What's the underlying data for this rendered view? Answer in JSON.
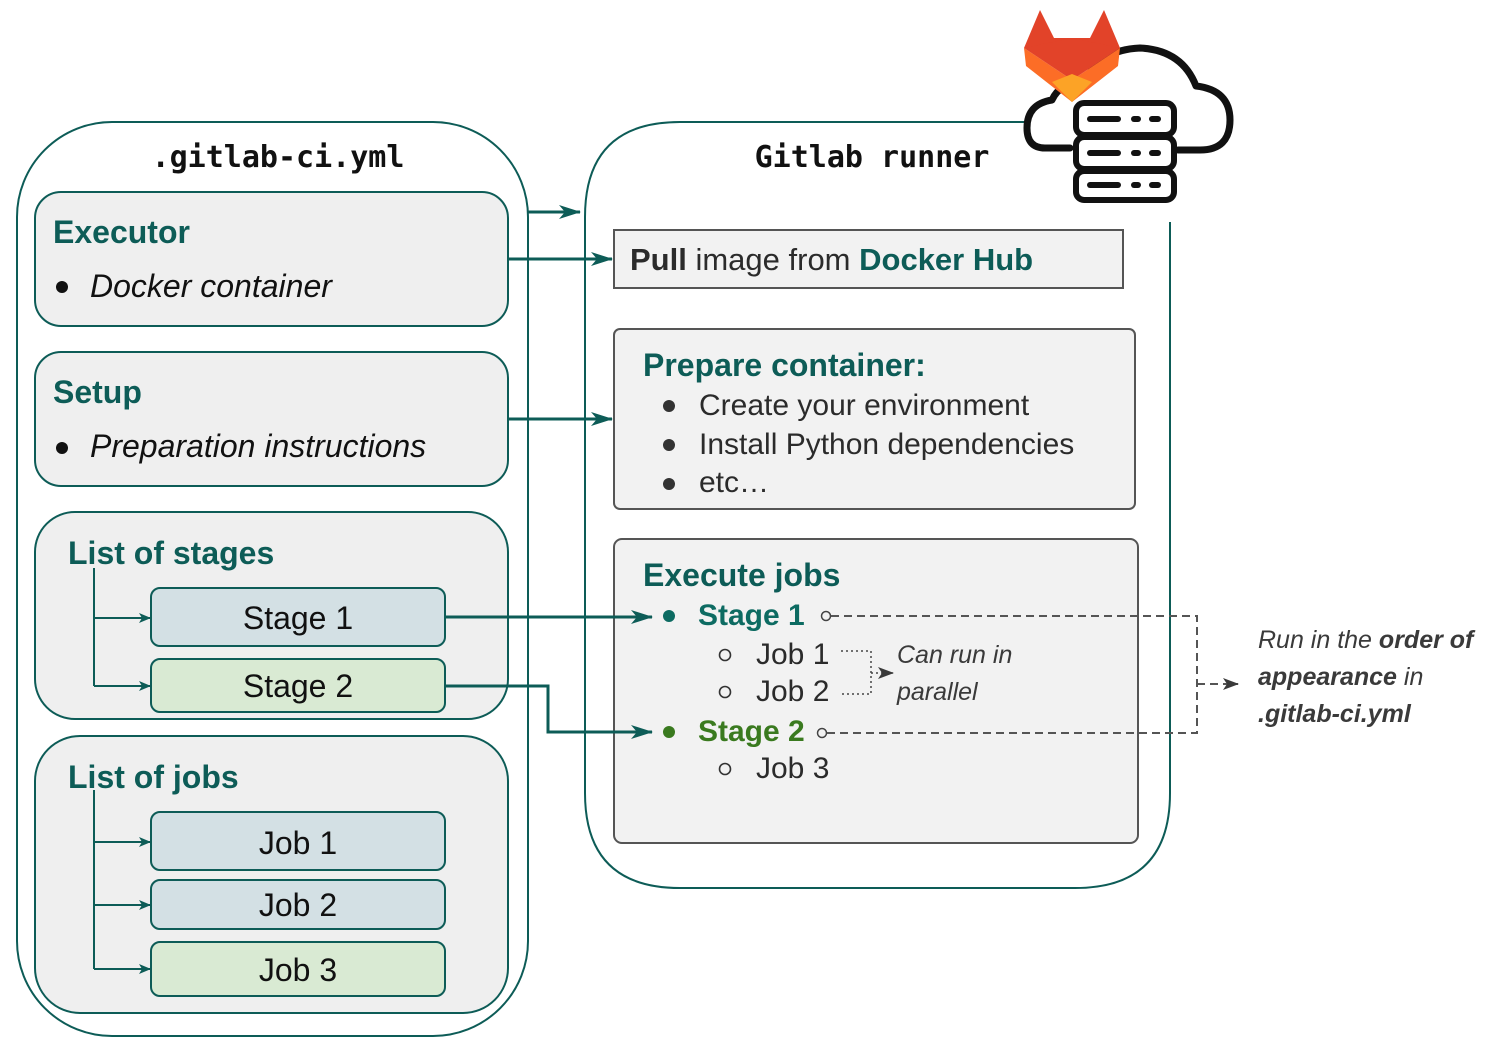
{
  "colors": {
    "teal": "#0d5c57",
    "stage_green": "#3a7a1f",
    "box_fill": "#efefef",
    "blue_box": "#d3e0e4",
    "green_box": "#d9ead3",
    "gitlab_orange": "#fc6d26",
    "gitlab_red": "#e24329",
    "gitlab_yellow": "#fca326"
  },
  "yml": {
    "title": ".gitlab-ci.yml",
    "executor": {
      "heading": "Executor",
      "bullet": "Docker container"
    },
    "setup": {
      "heading": "Setup",
      "bullet": "Preparation instructions"
    },
    "stages": {
      "heading": "List of stages",
      "items": [
        "Stage 1",
        "Stage 2"
      ]
    },
    "jobs": {
      "heading": "List of jobs",
      "items": [
        "Job 1",
        "Job 2",
        "Job 3"
      ]
    }
  },
  "runner": {
    "title": "Gitlab runner",
    "logo_icon": "gitlab-cloud-server-icon",
    "pull": {
      "bold": "Pull",
      "middle": " image from ",
      "target": "Docker Hub"
    },
    "prepare": {
      "heading": "Prepare container:",
      "bullets": [
        "Create your environment",
        "Install Python dependencies",
        "etc…"
      ]
    },
    "execute": {
      "heading": "Execute jobs",
      "stage1": "Stage 1",
      "stage1_jobs": [
        "Job 1",
        "Job 2"
      ],
      "stage2": "Stage 2",
      "stage2_jobs": [
        "Job 3"
      ],
      "parallel_note": [
        "Can run in",
        "parallel"
      ]
    }
  },
  "order_note": {
    "line1_normal": "Run in the ",
    "line1_bold": "order of",
    "line2_bold": "appearance",
    "line2_normal": " in",
    "line3_bold": ".gitlab-ci.yml"
  }
}
